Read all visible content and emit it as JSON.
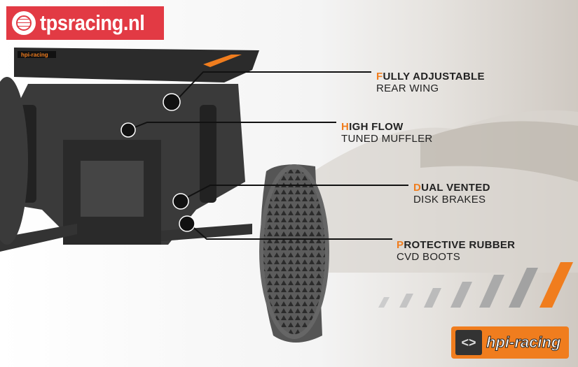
{
  "logo_top": {
    "text": "tpsracing.nl",
    "color": "#e23a44"
  },
  "callouts": [
    {
      "first": "F",
      "title_rest": "ULLY ADJUSTABLE",
      "subtitle": "REAR WING"
    },
    {
      "first": "H",
      "title_rest": "IGH FLOW",
      "subtitle": "TUNED MUFFLER"
    },
    {
      "first": "D",
      "title_rest": "UAL VENTED",
      "subtitle": "DISK BRAKES"
    },
    {
      "first": "P",
      "title_rest": "ROTECTIVE RUBBER",
      "subtitle": "CVD BOOTS"
    }
  ],
  "brand_logo": {
    "text": "hpi-racing",
    "icon": "hpi-wrench-icon",
    "color": "#f07d1e"
  },
  "wing_badge": "hpi-racing",
  "accent_color": "#f07d1e"
}
